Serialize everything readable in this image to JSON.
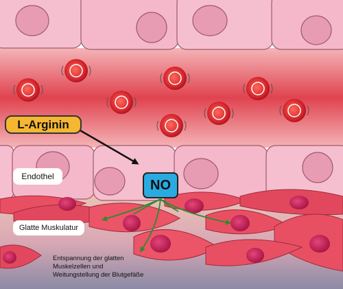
{
  "labels": {
    "l_arginin": "L-Arginin",
    "no": "NO",
    "endothel": "Endothel",
    "glatte_muskulatur": "Glatte Muskulatur"
  },
  "caption": {
    "line1": "Entspannung der glatten",
    "line2": "Muskelzellen und",
    "line3": "Weitungstellung der Blutgefäße"
  },
  "colors": {
    "endothel_cell": "#f6bfd0",
    "lumen_center": "#e0434f",
    "lumen_edge": "#f3b3b5",
    "red_blood_cell": "#d6262e",
    "muscle_cell": "#e94f63",
    "nucleus": "#b3134a",
    "label_arginin": "#f5b731",
    "label_no": "#29abe2",
    "arrow_green": "#2e8b2e"
  }
}
